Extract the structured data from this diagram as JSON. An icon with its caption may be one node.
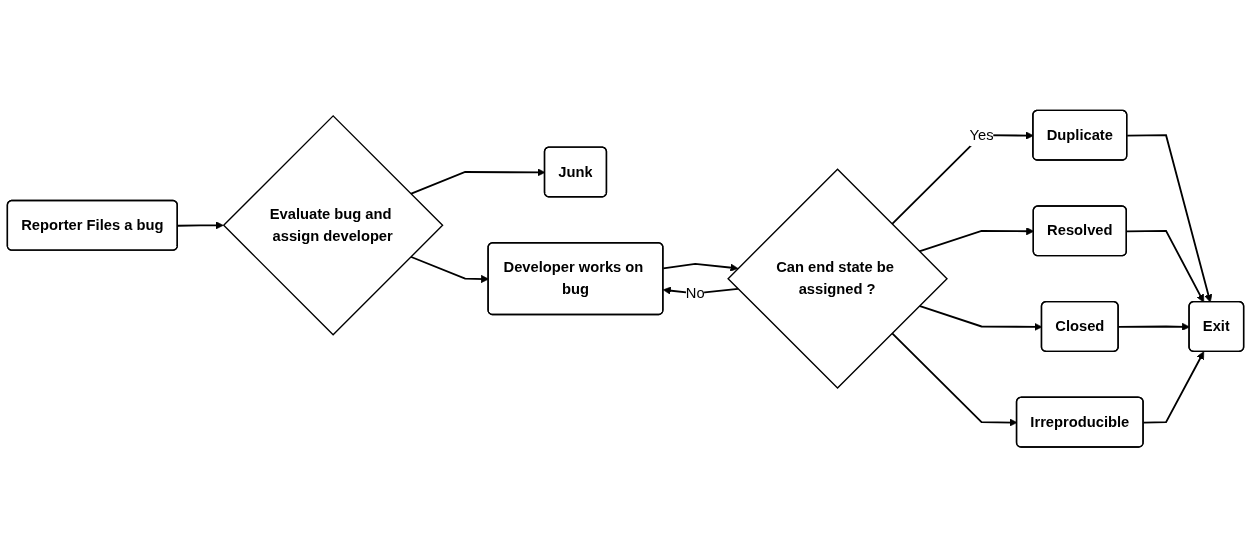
{
  "diagram": {
    "nodes": [
      {
        "text": [
          "Reporter Files a bug"
        ]
      },
      {
        "text": [
          "Evaluate bug and assign developer"
        ]
      },
      {
        "text": [
          "Junk"
        ]
      },
      {
        "text": [
          "Developer works on bug"
        ]
      },
      {
        "text": [
          "Can end state be assigned ?"
        ]
      },
      {
        "text": [
          "Duplicate"
        ]
      },
      {
        "text": [
          "Resolved"
        ]
      },
      {
        "text": [
          "Closed"
        ]
      },
      {
        "text": [
          "Irreproducible"
        ]
      },
      {
        "text": [
          "Exit"
        ]
      }
    ],
    "edges": [
      {
        "from": 0,
        "to": 1,
        "arrow": "to"
      },
      {
        "from": 1,
        "to": 2,
        "arrow": "to"
      },
      {
        "from": 1,
        "to": 3,
        "arrow": "to"
      },
      {
        "from": 3,
        "to": 4,
        "arrow": "to"
      },
      {
        "from": 4,
        "to": 3,
        "arrow": "to",
        "label": "No"
      },
      {
        "from": 4,
        "to": 5,
        "arrow": "to",
        "label": "Yes"
      },
      {
        "from": 4,
        "to": 6,
        "arrow": "to"
      },
      {
        "from": 4,
        "to": 7,
        "arrow": "to"
      },
      {
        "from": 4,
        "to": 8,
        "arrow": "to"
      },
      {
        "from": 5,
        "to": 9,
        "arrow": "to"
      },
      {
        "from": 6,
        "to": 9,
        "arrow": "to"
      },
      {
        "from": 7,
        "to": 9,
        "arrow": "to"
      },
      {
        "from": 8,
        "to": 9,
        "arrow": "to"
      }
    ]
  }
}
